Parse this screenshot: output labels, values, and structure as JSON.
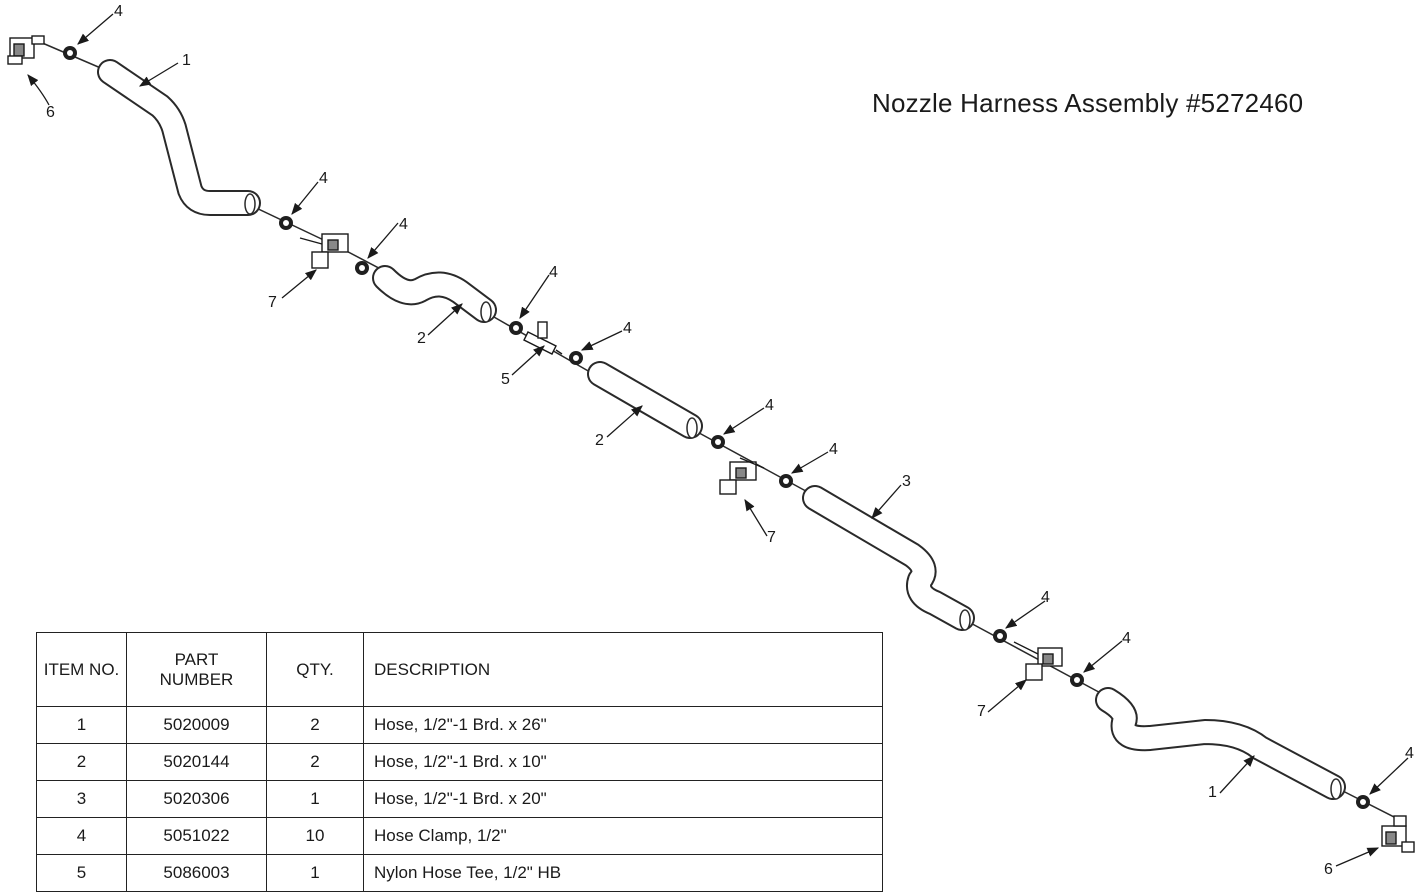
{
  "title": "Nozzle Harness Assembly #5272460",
  "table": {
    "headers": {
      "item": "ITEM NO.",
      "part_line1": "PART",
      "part_line2": "NUMBER",
      "qty": "QTY.",
      "description": "DESCRIPTION"
    },
    "rows": [
      {
        "item": "1",
        "part": "5020009",
        "qty": "2",
        "description": "Hose, 1/2\"-1 Brd. x 26\""
      },
      {
        "item": "2",
        "part": "5020144",
        "qty": "2",
        "description": "Hose, 1/2\"-1 Brd. x 10\""
      },
      {
        "item": "3",
        "part": "5020306",
        "qty": "1",
        "description": "Hose, 1/2\"-1 Brd. x 20\""
      },
      {
        "item": "4",
        "part": "5051022",
        "qty": "10",
        "description": "Hose Clamp, 1/2\""
      },
      {
        "item": "5",
        "part": "5086003",
        "qty": "1",
        "description": "Nylon Hose Tee, 1/2\" HB"
      }
    ]
  },
  "callouts": {
    "clamp": "4",
    "hose_26": "1",
    "hose_10": "2",
    "hose_20": "3",
    "tee": "5",
    "end_fitting": "6",
    "nozzle_body": "7"
  }
}
